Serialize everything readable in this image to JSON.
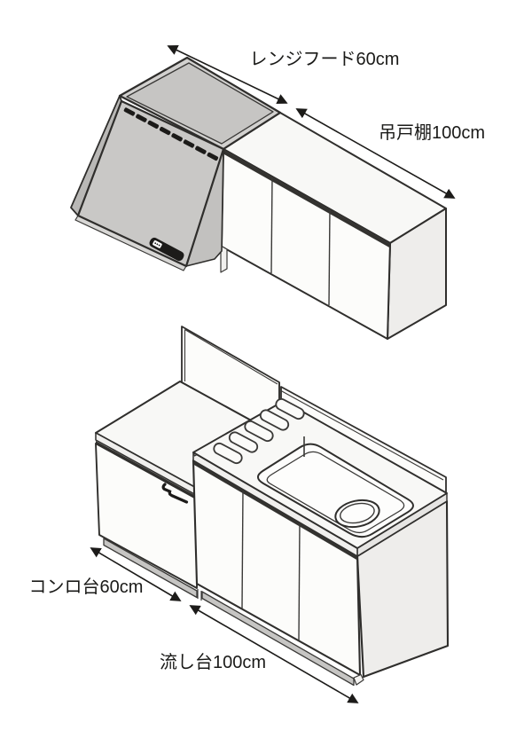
{
  "diagram": {
    "type": "isometric-kitchen-layout",
    "units": {
      "range_hood": {
        "label": "レンジフード60cm",
        "width_cm": 60
      },
      "wall_cabinet": {
        "label": "吊戸棚100cm",
        "width_cm": 100,
        "doors": 3
      },
      "stove_cabinet": {
        "label": "コンロ台60cm",
        "width_cm": 60,
        "doors": 1
      },
      "sink_cabinet": {
        "label": "流し台100cm",
        "width_cm": 100,
        "doors": 3
      }
    },
    "colors": {
      "background": "#ffffff",
      "outline": "#2f2e2c",
      "text": "#1a1a18",
      "hood_gray": "#c9c8c6",
      "hood_top_gray": "#c6c5c3",
      "hood_top_rim": "#d2d1cf",
      "hood_sliver": "#b9b8b6",
      "hood_skirt": "#c2c1bf",
      "side_gray": "#eeedeb",
      "kick_gray": "#c6c5c3",
      "panel_white": "#fcfcfa",
      "top_white": "#f8f8f6",
      "band_gray": "#f0efed",
      "shadow_dark": "#33322f"
    }
  }
}
